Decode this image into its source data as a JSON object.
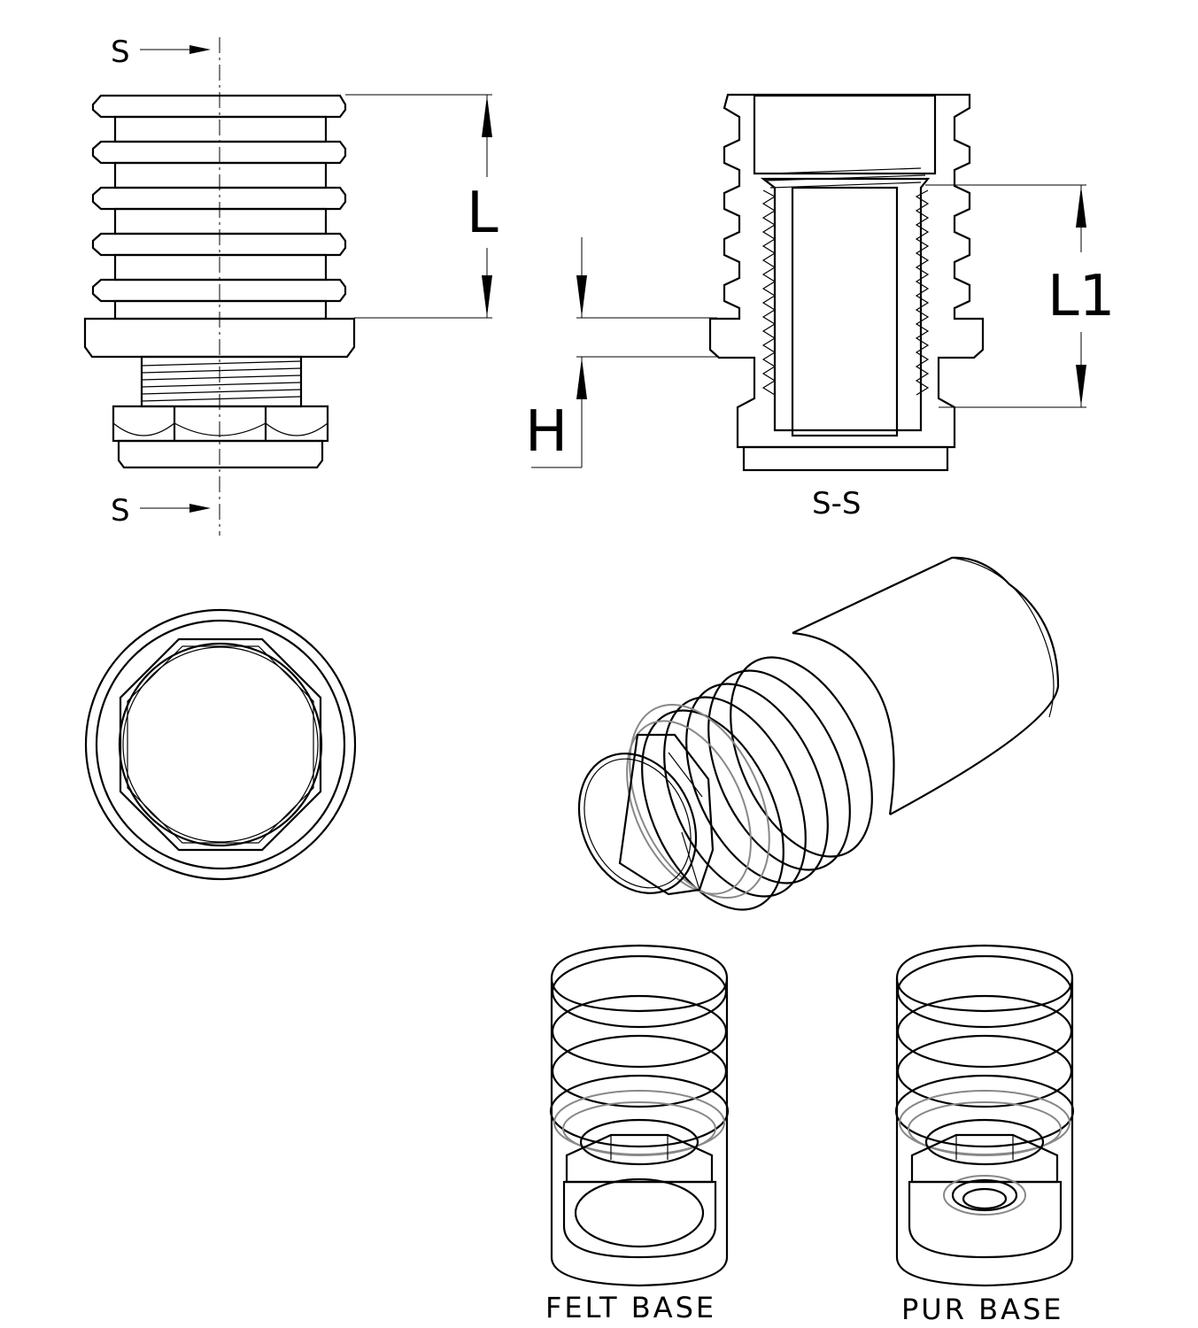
{
  "side_view": {
    "section_marker_top": "S",
    "section_marker_bottom": "S",
    "dimension_L": "L"
  },
  "section_view": {
    "caption": "S-S",
    "dimension_L1": "L1",
    "dimension_H": "H"
  },
  "variants": {
    "felt_label": "FELT BASE",
    "pur_label": "PUR BASE"
  }
}
